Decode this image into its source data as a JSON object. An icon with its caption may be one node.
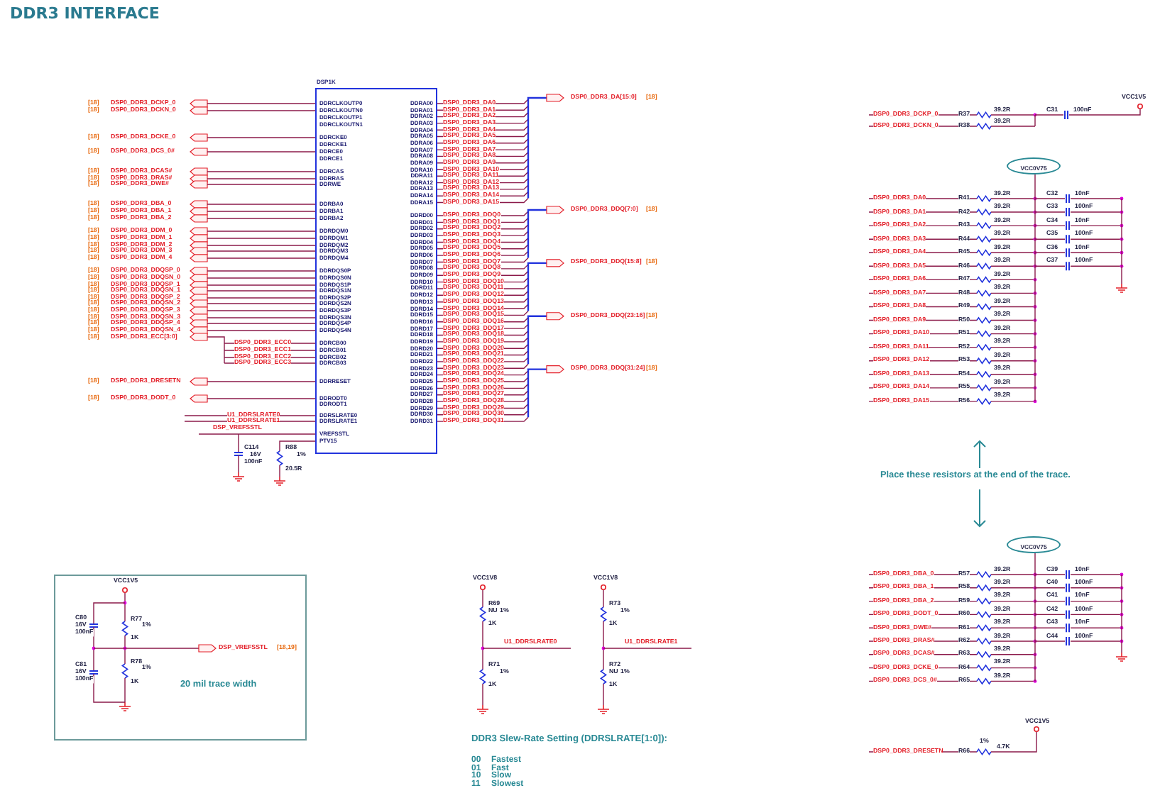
{
  "diagram": {
    "title": "DDR3 INTERFACE",
    "nodes": [
      {
        "text": [
          "DDRCLKOUTP0",
          "DDRCLKOUTN0",
          "DDRCLKOUTP1",
          "DDRCLKOUTN1",
          "DDRCKE0",
          "DDRCKE1",
          "DDRCE0",
          "DDRCE1",
          "DDRCAS",
          "DDRRAS",
          "DDRWE",
          "DDRBA0",
          "DDRBA1",
          "DDRBA2",
          "DDRDQM0",
          "DDRDQM1",
          "DDRDQM2",
          "DDRDQM3",
          "DDRDQM4",
          "DDRDQS0P",
          "DDRDQS0N",
          "DDRDQS1P",
          "DDRDQS1N",
          "DDRDQS2P",
          "DDRDQS2N",
          "DDRDQS3P",
          "DDRDQS3N",
          "DDRDQS4P",
          "DDRDQS4N",
          "DDRCB00",
          "DDRCB01",
          "DDRCB02",
          "DDRCB03",
          "DDRRESET",
          "DDRODT0",
          "DDRODT1",
          "DDRSLRATE0",
          "DDRSLRATE1",
          "VREFSSTL",
          "PTV15",
          "DDRA00",
          "DDRA01",
          "DDRA02",
          "DDRA03",
          "DDRA04",
          "DDRA05",
          "DDRA06",
          "DDRA07",
          "DDRA08",
          "DDRA09",
          "DDRA10",
          "DDRA11",
          "DDRA12",
          "DDRA13",
          "DDRA14",
          "DDRA15",
          "DDRD00",
          "DDRD01",
          "DDRD02",
          "DDRD03",
          "DDRD04",
          "DDRD05",
          "DDRD06",
          "DDRD07",
          "DDRD08",
          "DDRD09",
          "DDRD10",
          "DDRD11",
          "DDRD12",
          "DDRD13",
          "DDRD14",
          "DDRD15",
          "DDRD16",
          "DDRD17",
          "DDRD18",
          "DDRD19",
          "DDRD20",
          "DDRD21",
          "DDRD22",
          "DDRD23",
          "DDRD24",
          "DDRD25",
          "DDRD26",
          "DDRD27",
          "DDRD28",
          "DDRD29",
          "DDRD30",
          "DDRD31"
        ],
        "beside": [
          "DSP1K"
        ]
      },
      {
        "text": [
          "VCC0V75"
        ]
      },
      {
        "text": [
          "VCC0V75"
        ]
      },
      {
        "text": [
          "20 mil trace width"
        ]
      }
    ],
    "labels": [
      "[18]",
      "DSP0_DDR3_DCKP_0",
      "[18]",
      "DSP0_DDR3_DCKN_0",
      "[18]",
      "DSP0_DDR3_DCKE_0",
      "[18]",
      "DSP0_DDR3_DCS_0#",
      "[18]",
      "DSP0_DDR3_DCAS#",
      "[18]",
      "DSP0_DDR3_DRAS#",
      "[18]",
      "DSP0_DDR3_DWE#",
      "[18]",
      "DSP0_DDR3_DBA_0",
      "[18]",
      "DSP0_DDR3_DBA_1",
      "[18]",
      "DSP0_DDR3_DBA_2",
      "[18]",
      "DSP0_DDR3_DDM_0",
      "[18]",
      "DSP0_DDR3_DDM_1",
      "[18]",
      "DSP0_DDR3_DDM_2",
      "[18]",
      "DSP0_DDR3_DDM_3",
      "[18]",
      "DSP0_DDR3_DDM_4",
      "[18]",
      "DSP0_DDR3_DDQSP_0",
      "[18]",
      "DSP0_DDR3_DDQSN_0",
      "[18]",
      "DSP0_DDR3_DDQSP_1",
      "[18]",
      "DSP0_DDR3_DDQSN_1",
      "[18]",
      "DSP0_DDR3_DDQSP_2",
      "[18]",
      "DSP0_DDR3_DDQSN_2",
      "[18]",
      "DSP0_DDR3_DDQSP_3",
      "[18]",
      "DSP0_DDR3_DDQSN_3",
      "[18]",
      "DSP0_DDR3_DDQSP_4",
      "[18]",
      "DSP0_DDR3_DDQSN_4",
      "[18]",
      "DSP0_DDR3_ECC[3:0]",
      "[18]",
      "DSP0_DDR3_DRESETN",
      "[18]",
      "DSP0_DDR3_DODT_0",
      "DSP0_DDR3_ECC0",
      "DSP0_DDR3_ECC1",
      "DSP0_DDR3_ECC2",
      "DSP0_DDR3_ECC3",
      "U1_DDRSLRATE0",
      "U1_DDRSLRATE1",
      "DSP_VREFSSTL",
      "C114",
      "16V",
      "100nF",
      "R88",
      "1%",
      "20.5R",
      "DSP0_DDR3_DA0",
      "DSP0_DDR3_DA1",
      "DSP0_DDR3_DA2",
      "DSP0_DDR3_DA3",
      "DSP0_DDR3_DA4",
      "DSP0_DDR3_DA5",
      "DSP0_DDR3_DA6",
      "DSP0_DDR3_DA7",
      "DSP0_DDR3_DA8",
      "DSP0_DDR3_DA9",
      "DSP0_DDR3_DA10",
      "DSP0_DDR3_DA11",
      "DSP0_DDR3_DA12",
      "DSP0_DDR3_DA13",
      "DSP0_DDR3_DA14",
      "DSP0_DDR3_DA15",
      "DSP0_DDR3_DDQ0",
      "DSP0_DDR3_DDQ1",
      "DSP0_DDR3_DDQ2",
      "DSP0_DDR3_DDQ3",
      "DSP0_DDR3_DDQ4",
      "DSP0_DDR3_DDQ5",
      "DSP0_DDR3_DDQ6",
      "DSP0_DDR3_DDQ7",
      "DSP0_DDR3_DDQ8",
      "DSP0_DDR3_DDQ9",
      "DSP0_DDR3_DDQ10",
      "DSP0_DDR3_DDQ11",
      "DSP0_DDR3_DDQ12",
      "DSP0_DDR3_DDQ13",
      "DSP0_DDR3_DDQ14",
      "DSP0_DDR3_DDQ15",
      "DSP0_DDR3_DDQ16",
      "DSP0_DDR3_DDQ17",
      "DSP0_DDR3_DDQ18",
      "DSP0_DDR3_DDQ19",
      "DSP0_DDR3_DDQ20",
      "DSP0_DDR3_DDQ21",
      "DSP0_DDR3_DDQ22",
      "DSP0_DDR3_DDQ23",
      "DSP0_DDR3_DDQ24",
      "DSP0_DDR3_DDQ25",
      "DSP0_DDR3_DDQ26",
      "DSP0_DDR3_DDQ27",
      "DSP0_DDR3_DDQ28",
      "DSP0_DDR3_DDQ29",
      "DSP0_DDR3_DDQ30",
      "DSP0_DDR3_DDQ31",
      "DSP0_DDR3_DA[15:0]",
      "[18]",
      "DSP0_DDR3_DDQ[7:0]",
      "[18]",
      "DSP0_DDR3_DDQ[15:8]",
      "[18]",
      "DSP0_DDR3_DDQ[23:16]",
      "[18]",
      "DSP0_DDR3_DDQ[31:24]",
      "[18]",
      "VCC1V5",
      "DSP0_DDR3_DCKP_0",
      "R37",
      "39.2R",
      "DSP0_DDR3_DCKN_0",
      "R38",
      "39.2R",
      "C31",
      "100nF",
      "DSP0_DDR3_DA0",
      "R41",
      "39.2R",
      "C32",
      "10nF",
      "DSP0_DDR3_DA1",
      "R42",
      "39.2R",
      "C33",
      "100nF",
      "DSP0_DDR3_DA2",
      "R43",
      "39.2R",
      "C34",
      "10nF",
      "DSP0_DDR3_DA3",
      "R44",
      "39.2R",
      "C35",
      "100nF",
      "DSP0_DDR3_DA4",
      "R45",
      "39.2R",
      "C36",
      "10nF",
      "DSP0_DDR3_DA5",
      "R46",
      "39.2R",
      "C37",
      "100nF",
      "DSP0_DDR3_DA6",
      "R47",
      "39.2R",
      "DSP0_DDR3_DA7",
      "R48",
      "39.2R",
      "DSP0_DDR3_DA8",
      "R49",
      "39.2R",
      "DSP0_DDR3_DA9",
      "R50",
      "39.2R",
      "DSP0_DDR3_DA10",
      "R51",
      "39.2R",
      "DSP0_DDR3_DA11",
      "R52",
      "39.2R",
      "DSP0_DDR3_DA12",
      "R53",
      "39.2R",
      "DSP0_DDR3_DA13",
      "R54",
      "39.2R",
      "DSP0_DDR3_DA14",
      "R55",
      "39.2R",
      "DSP0_DDR3_DA15",
      "R56",
      "39.2R",
      "Place these resistors at the end of the trace.",
      "DSP0_DDR3_DBA_0",
      "R57",
      "39.2R",
      "C39",
      "10nF",
      "DSP0_DDR3_DBA_1",
      "R58",
      "39.2R",
      "C40",
      "100nF",
      "DSP0_DDR3_DBA_2",
      "R59",
      "39.2R",
      "C41",
      "10nF",
      "DSP0_DDR3_DODT_0",
      "R60",
      "39.2R",
      "C42",
      "100nF",
      "DSP0_DDR3_DWE#",
      "R61",
      "39.2R",
      "C43",
      "10nF",
      "DSP0_DDR3_DRAS#",
      "R62",
      "39.2R",
      "C44",
      "100nF",
      "DSP0_DDR3_DCAS#",
      "R63",
      "39.2R",
      "DSP0_DDR3_DCKE_0",
      "R64",
      "39.2R",
      "DSP0_DDR3_DCS_0#",
      "R65",
      "39.2R",
      "DSP0_DDR3_DRESETN",
      "R66",
      "1%",
      "4.7K",
      "VCC1V5",
      "VCC1V5",
      "C80",
      "16V",
      "100nF",
      "R77",
      "1%",
      "1K",
      "C81",
      "16V",
      "100nF",
      "R78",
      "1%",
      "1K",
      "DSP_VREFSSTL",
      "[18,19]",
      "VCC1V8",
      "R69",
      "NU",
      "1%",
      "1K",
      "U1_DDRSLRATE0",
      "R71",
      "1%",
      "1K",
      "VCC1V8",
      "R73",
      "1%",
      "1K",
      "U1_DDRSLRATE1",
      "R72",
      "NU",
      "1%",
      "1K",
      "DDR3 Slew-Rate Setting (DDRSLRATE[1:0]):",
      "00",
      "Fastest",
      "01",
      "Fast",
      "10",
      "Slow",
      "11",
      "Slowest"
    ]
  }
}
